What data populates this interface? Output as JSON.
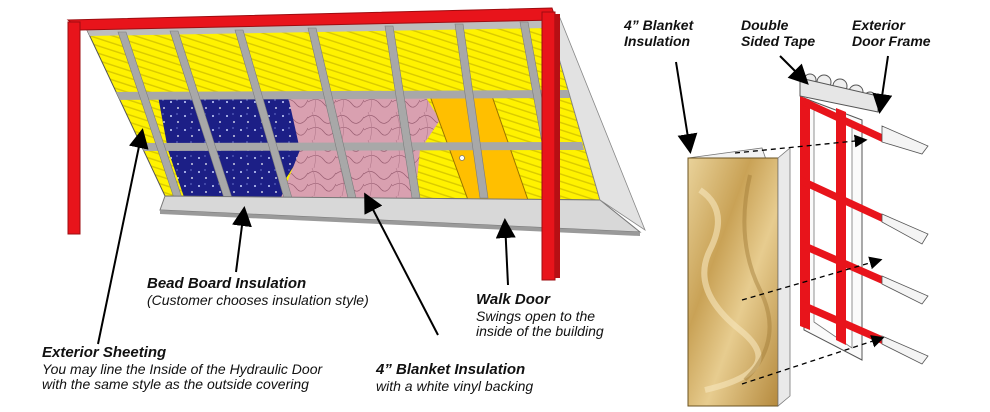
{
  "labels": {
    "bead_board": {
      "title": "Bead Board Insulation",
      "desc": "(Customer chooses insulation style)"
    },
    "walk_door": {
      "title": "Walk Door",
      "desc": [
        "Swings open to the",
        "inside of the building"
      ]
    },
    "exterior_sheeting": {
      "title": "Exterior Sheeting",
      "desc": [
        "You may line the Inside of the Hydraulic Door",
        "with the same style as the outside covering"
      ]
    },
    "blanket_left": {
      "title": "4” Blanket Insulation",
      "desc": "with a white vinyl backing"
    },
    "blanket_right": {
      "title": [
        "4” Blanket",
        "Insulation"
      ]
    },
    "tape": {
      "title": [
        "Double",
        "Sided Tape"
      ]
    },
    "frame": {
      "title": [
        "Exterior",
        "Door Frame"
      ]
    }
  },
  "colors": {
    "frame_red": "#e8141b",
    "sheeting_yellow": "#fff200",
    "beadboard_navy": "#1c1f86",
    "blanket_pink": "#d9a0b0",
    "walk_door_orange": "#ffbf00",
    "purlin_gray": "#a8a8a8",
    "insulation_tan": "#d7b571"
  }
}
